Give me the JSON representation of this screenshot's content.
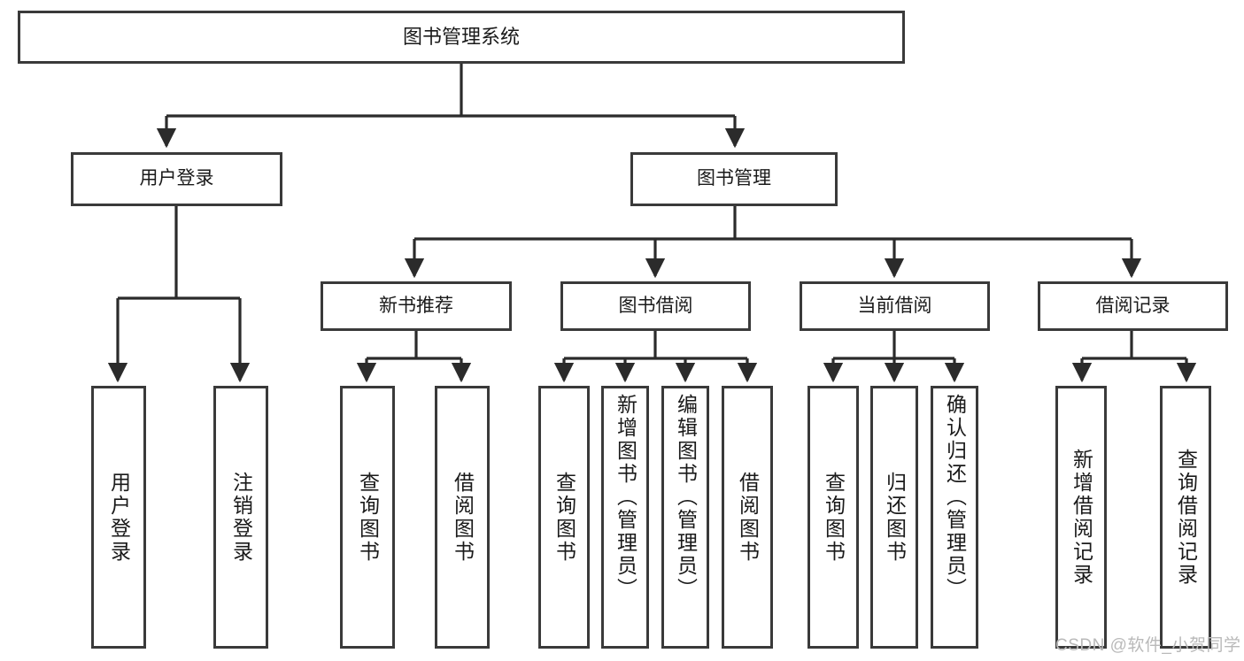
{
  "diagram": {
    "type": "tree-hierarchy",
    "title": "图书管理系统",
    "theme": {
      "background": "#ffffff",
      "box_fill": "#ffffff",
      "box_stroke": "#3a3a3a",
      "connector": "#2b2b2b",
      "text": "#1a1a1a",
      "watermark": "#b9b9b9"
    },
    "nodes": {
      "root": {
        "label": "图书管理系统"
      },
      "level2": [
        {
          "id": "user-login",
          "label": "用户登录"
        },
        {
          "id": "book-management",
          "label": "图书管理"
        }
      ],
      "level3": [
        {
          "id": "new-book-recommend",
          "label": "新书推荐"
        },
        {
          "id": "book-borrow",
          "label": "图书借阅"
        },
        {
          "id": "current-borrow",
          "label": "当前借阅"
        },
        {
          "id": "borrow-record",
          "label": "借阅记录"
        }
      ],
      "leaves": {
        "user-login": [
          {
            "id": "leaf-user-login",
            "label": "用户登录"
          },
          {
            "id": "leaf-logout",
            "label": "注销登录"
          }
        ],
        "new-book-recommend": [
          {
            "id": "leaf-query-book-1",
            "label": "查询图书"
          },
          {
            "id": "leaf-borrow-book-1",
            "label": "借阅图书"
          }
        ],
        "book-borrow": [
          {
            "id": "leaf-query-book-2",
            "label": "查询图书"
          },
          {
            "id": "leaf-add-book",
            "label": "新增图书（管理员）"
          },
          {
            "id": "leaf-edit-book",
            "label": "编辑图书（管理员）"
          },
          {
            "id": "leaf-borrow-book-2",
            "label": "借阅图书"
          }
        ],
        "current-borrow": [
          {
            "id": "leaf-query-book-3",
            "label": "查询图书"
          },
          {
            "id": "leaf-return-book",
            "label": "归还图书"
          },
          {
            "id": "leaf-confirm-return",
            "label": "确认归还（管理员）"
          }
        ],
        "borrow-record": [
          {
            "id": "leaf-add-record",
            "label": "新增借阅记录"
          },
          {
            "id": "leaf-query-record",
            "label": "查询借阅记录"
          }
        ]
      }
    },
    "watermark": "CSDN @软件_小贺同学"
  }
}
